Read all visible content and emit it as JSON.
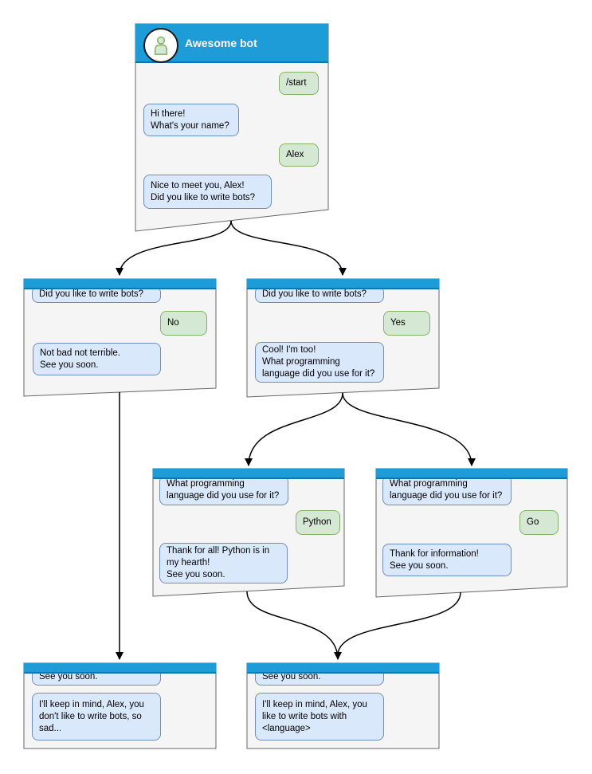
{
  "colors": {
    "header_blue": "#1e9cd7",
    "header_blue_dark": "#1176ae",
    "bot_bubble_fill": "#dae8fc",
    "bot_bubble_border": "#6c8ebf",
    "user_bubble_fill": "#d5e8d4",
    "user_bubble_border": "#82b366",
    "window_fill": "#f5f5f5",
    "window_border": "#666666",
    "connector": "#000000"
  },
  "windows": [
    {
      "name": "awesome-bot-start",
      "title": "Awesome bot",
      "avatar_icon": "person-icon",
      "messages": [
        {
          "sender": "user",
          "text": "/start"
        },
        {
          "sender": "bot",
          "text": "Hi there!\nWhat's your name?"
        },
        {
          "sender": "user",
          "text": "Alex"
        },
        {
          "sender": "bot",
          "text": "Nice to meet you, Alex!\nDid you like to write bots?"
        }
      ]
    },
    {
      "name": "branch-no",
      "messages": [
        {
          "sender": "bot",
          "text": "Did you like to write bots?"
        },
        {
          "sender": "user",
          "text": "No"
        },
        {
          "sender": "bot",
          "text": "Not bad not terrible.\nSee you soon."
        }
      ]
    },
    {
      "name": "branch-yes",
      "messages": [
        {
          "sender": "bot",
          "text": "Did you like to write bots?"
        },
        {
          "sender": "user",
          "text": "Yes"
        },
        {
          "sender": "bot",
          "text": "Cool! I'm too!\nWhat programming\nlanguage did you use for it?"
        }
      ]
    },
    {
      "name": "branch-python",
      "messages": [
        {
          "sender": "bot",
          "text": "What programming\nlanguage did you use for it?"
        },
        {
          "sender": "user",
          "text": "Python"
        },
        {
          "sender": "bot",
          "text": "Thank for all! Python is in\nmy hearth!\nSee you soon."
        }
      ]
    },
    {
      "name": "branch-go",
      "messages": [
        {
          "sender": "bot",
          "text": "What programming\nlanguage did you use for it?"
        },
        {
          "sender": "user",
          "text": "Go"
        },
        {
          "sender": "bot",
          "text": "Thank for information!\nSee you soon."
        }
      ]
    },
    {
      "name": "end-no",
      "messages": [
        {
          "sender": "bot",
          "text": "See you soon."
        },
        {
          "sender": "bot",
          "text": "I'll keep in mind, Alex, you\ndon't like to write bots, so\nsad..."
        }
      ]
    },
    {
      "name": "end-yes",
      "messages": [
        {
          "sender": "bot",
          "text": "See you soon."
        },
        {
          "sender": "bot",
          "text": "I'll keep in mind, Alex, you\nlike to write bots with\n<language>"
        }
      ]
    }
  ],
  "edges": [
    {
      "from": "awesome-bot-start",
      "to": "branch-no"
    },
    {
      "from": "awesome-bot-start",
      "to": "branch-yes"
    },
    {
      "from": "branch-no",
      "to": "end-no"
    },
    {
      "from": "branch-yes",
      "to": "branch-python"
    },
    {
      "from": "branch-yes",
      "to": "branch-go"
    },
    {
      "from": "branch-python",
      "to": "end-yes"
    },
    {
      "from": "branch-go",
      "to": "end-yes"
    }
  ]
}
